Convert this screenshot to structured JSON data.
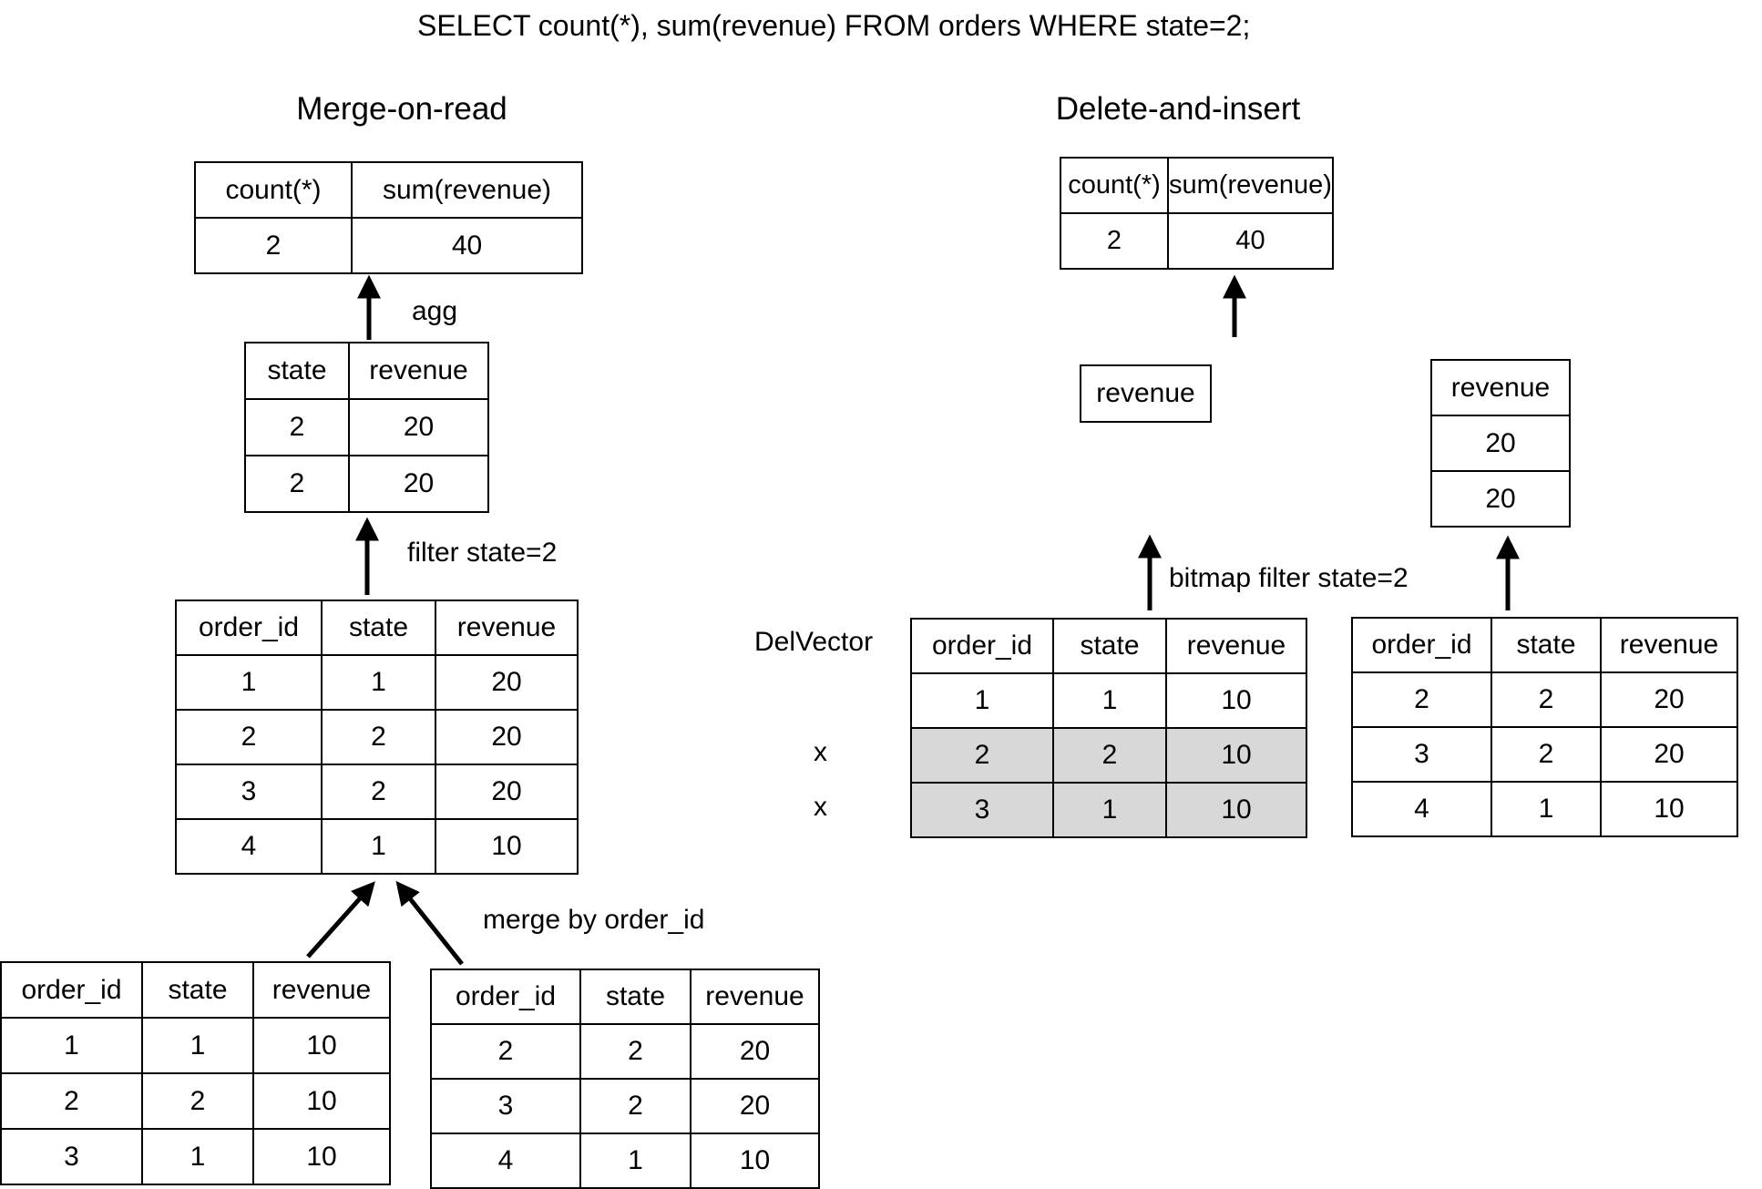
{
  "query": "SELECT count(*), sum(revenue) FROM orders WHERE state=2;",
  "merge_on_read": {
    "title": "Merge-on-read",
    "agg_label": "agg",
    "filter_label": "filter state=2",
    "merge_label": "merge by order_id",
    "result_table": {
      "columns": [
        "count(*)",
        "sum(revenue)"
      ],
      "rows": [
        [
          "2",
          "40"
        ]
      ]
    },
    "agg_input_table": {
      "columns": [
        "state",
        "revenue"
      ],
      "rows": [
        [
          "2",
          "20"
        ],
        [
          "2",
          "20"
        ]
      ]
    },
    "merged_table": {
      "columns": [
        "order_id",
        "state",
        "revenue"
      ],
      "rows": [
        [
          "1",
          "1",
          "20"
        ],
        [
          "2",
          "2",
          "20"
        ],
        [
          "3",
          "2",
          "20"
        ],
        [
          "4",
          "1",
          "10"
        ]
      ]
    },
    "base_table": {
      "columns": [
        "order_id",
        "state",
        "revenue"
      ],
      "rows": [
        [
          "1",
          "1",
          "10"
        ],
        [
          "2",
          "2",
          "10"
        ],
        [
          "3",
          "1",
          "10"
        ]
      ]
    },
    "delta_table": {
      "columns": [
        "order_id",
        "state",
        "revenue"
      ],
      "rows": [
        [
          "2",
          "2",
          "20"
        ],
        [
          "3",
          "2",
          "20"
        ],
        [
          "4",
          "1",
          "10"
        ]
      ]
    }
  },
  "delete_and_insert": {
    "title": "Delete-and-insert",
    "bitmap_label": "bitmap filter state=2",
    "delvector_label": "DelVector",
    "deleted_mark": "x",
    "result_table": {
      "columns": [
        "count(*)",
        "sum(revenue)"
      ],
      "rows": [
        [
          "2",
          "40"
        ]
      ]
    },
    "empty_revenue_table": {
      "columns": [
        "revenue"
      ],
      "rows": []
    },
    "filtered_revenue_table": {
      "columns": [
        "revenue"
      ],
      "rows": [
        [
          "20"
        ],
        [
          "20"
        ]
      ]
    },
    "base_table": {
      "columns": [
        "order_id",
        "state",
        "revenue"
      ],
      "rows": [
        [
          "1",
          "1",
          "10"
        ],
        [
          "2",
          "2",
          "10"
        ],
        [
          "3",
          "1",
          "10"
        ]
      ],
      "deleted_rows": [
        1,
        2
      ]
    },
    "insert_table": {
      "columns": [
        "order_id",
        "state",
        "revenue"
      ],
      "rows": [
        [
          "2",
          "2",
          "20"
        ],
        [
          "3",
          "2",
          "20"
        ],
        [
          "4",
          "1",
          "10"
        ]
      ]
    }
  },
  "colors": {
    "deleted_row_bg": "#d8d8d8",
    "line": "#000000",
    "background": "#ffffff"
  }
}
